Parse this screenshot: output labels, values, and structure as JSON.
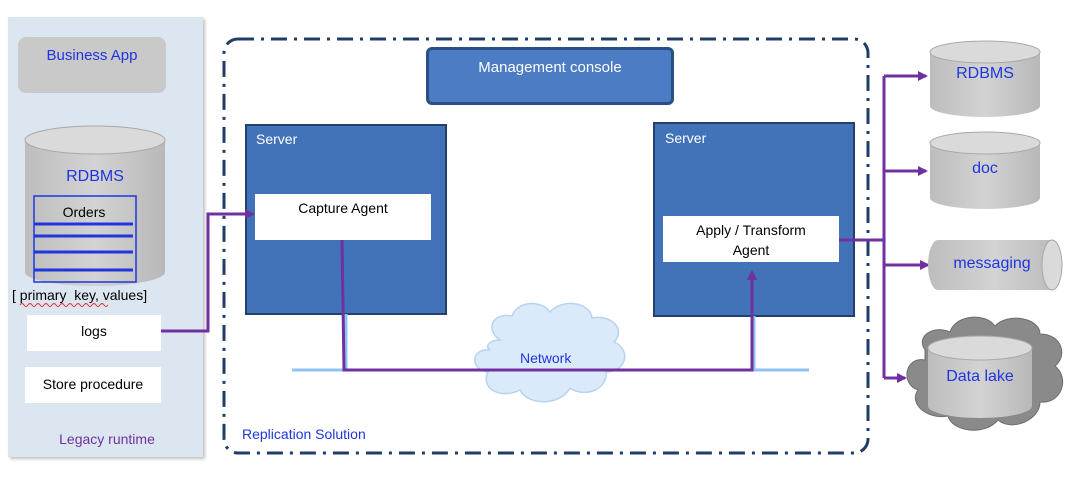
{
  "legacy": {
    "business_app": "Business App",
    "rdbms": "RDBMS",
    "orders": "Orders",
    "key_values": "[ primary  key, values]",
    "logs": "logs",
    "store_procedure": "Store procedure",
    "runtime_label": "Legacy runtime"
  },
  "replication": {
    "management_console": "Management console",
    "left_server_label": "Server",
    "capture_agent": "Capture Agent",
    "right_server_label": "Server",
    "apply_agent_line1": "Apply / Transform",
    "apply_agent_line2": "Agent",
    "network": "Network",
    "solution_label": "Replication Solution"
  },
  "targets": {
    "rdbms": "RDBMS",
    "doc": "doc",
    "messaging": "messaging",
    "data_lake": "Data lake"
  },
  "colors": {
    "arrow": "#7030a0",
    "server_fill": "#4273b8",
    "cylinder": "#c9c9c9",
    "label_blue": "#1f35e0",
    "dash_border": "#1f3d66"
  }
}
